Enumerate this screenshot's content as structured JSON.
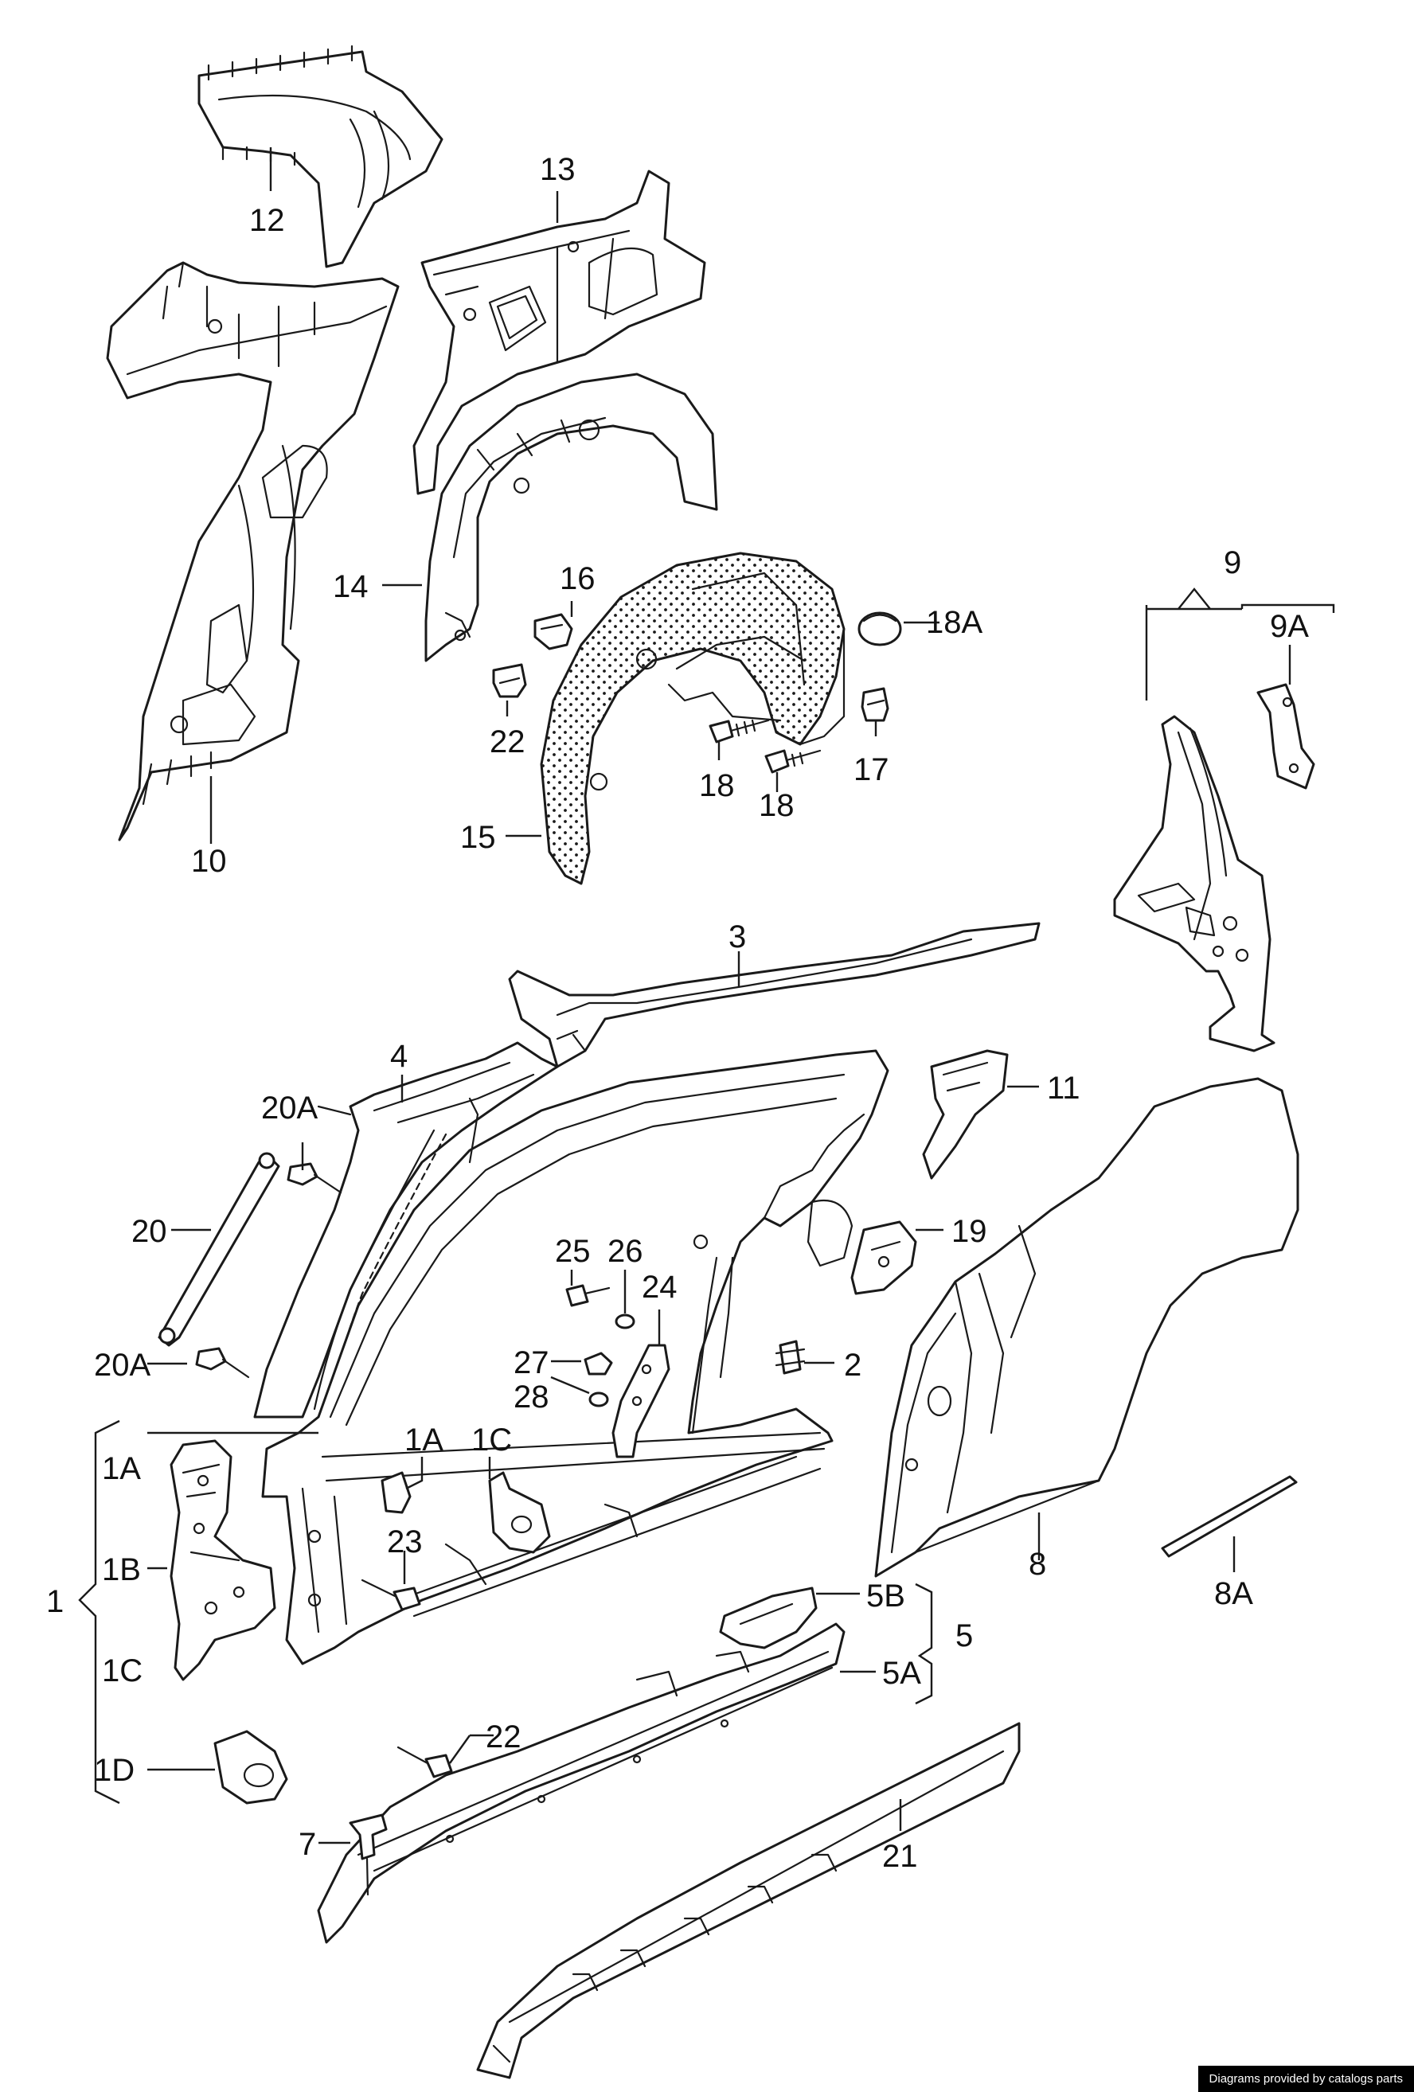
{
  "footer": {
    "credit": "Diagrams provided by catalogs parts"
  },
  "callouts": {
    "c12": "12",
    "c13": "13",
    "c14": "14",
    "c16": "16",
    "c18A": "18A",
    "c9": "9",
    "c9A": "9A",
    "c22a": "22",
    "c17": "17",
    "c18a": "18",
    "c18b": "18",
    "c15": "15",
    "c10": "10",
    "c3": "3",
    "c4": "4",
    "c11": "11",
    "c20A_top": "20A",
    "c20": "20",
    "c19": "19",
    "c25": "25",
    "c26": "26",
    "c24": "24",
    "c2": "2",
    "c27": "27",
    "c28": "28",
    "c20A_bot": "20A",
    "c1A_r": "1A",
    "c1C_r": "1C",
    "c1A": "1A",
    "c1B": "1B",
    "c1": "1",
    "c1C": "1C",
    "c1D": "1D",
    "c23": "23",
    "c8": "8",
    "c8A": "8A",
    "c5B": "5B",
    "c5": "5",
    "c5A": "5A",
    "c22b": "22",
    "c7": "7",
    "c21": "21"
  },
  "colors": {
    "line": "#1a1a1a",
    "background": "#ffffff",
    "credit_bg": "#000000"
  }
}
